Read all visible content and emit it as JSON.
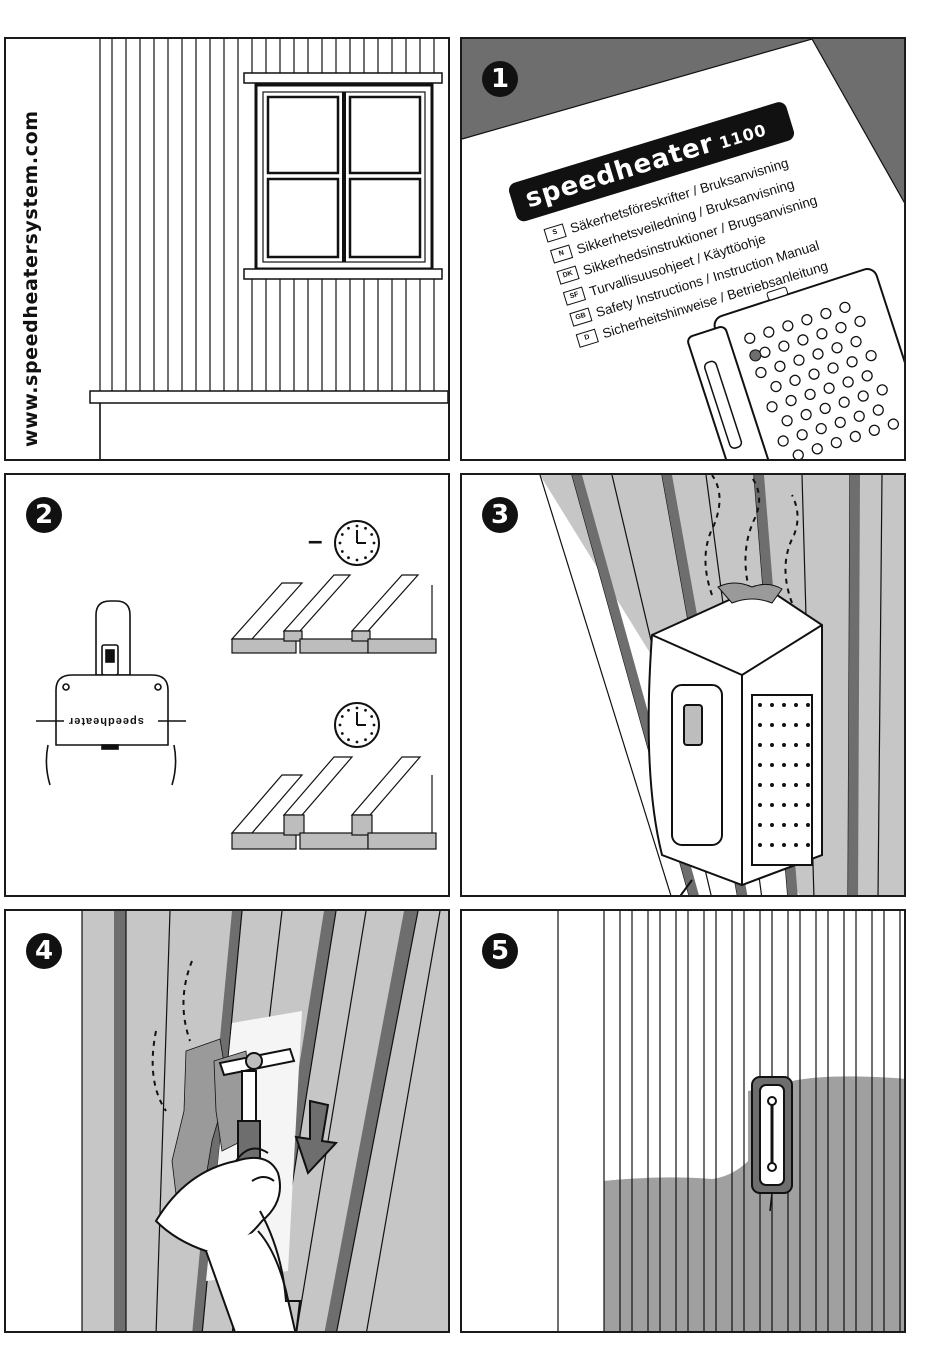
{
  "website": "www.speedheatersystem.com",
  "steps": [
    {
      "number": "1",
      "name": "manual"
    },
    {
      "number": "2",
      "name": "timing"
    },
    {
      "number": "3",
      "name": "heating"
    },
    {
      "number": "4",
      "name": "scraping"
    },
    {
      "number": "5",
      "name": "painting"
    }
  ],
  "manual": {
    "brand": "speedheater",
    "model": "1100",
    "languages": [
      {
        "code": "S",
        "text": "Säkerhetsföreskrifter / Bruksanvisning"
      },
      {
        "code": "N",
        "text": "Sikkerhetsveiledning / Bruksanvisning"
      },
      {
        "code": "DK",
        "text": "Sikkerhedsinstruktioner / Brugsanvisning"
      },
      {
        "code": "SF",
        "text": "Turvallisuusohjeet / Käyttöohje"
      },
      {
        "code": "GB",
        "text": "Safety Instructions / Instruction Manual"
      },
      {
        "code": "D",
        "text": "Sicherheitshinweise / Betriebsanleitung"
      }
    ]
  },
  "heater_label": "speedheater",
  "timing": {
    "minus_sign": "–"
  },
  "colors": {
    "ink": "#111111",
    "wall_gray": "#c6c6c6",
    "paint_gray": "#a0a0a0",
    "dark_gray": "#6e6e6e"
  }
}
